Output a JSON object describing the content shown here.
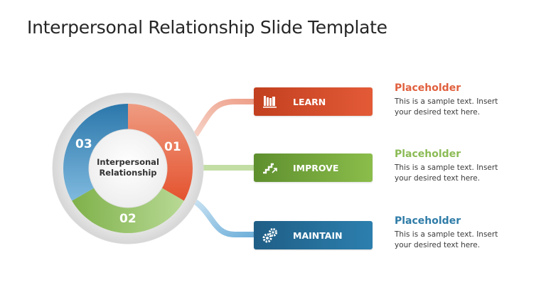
{
  "slide": {
    "title": "Interpersonal Relationship Slide Template"
  },
  "center": {
    "line1": "Interpersonal",
    "line2": "Relationship"
  },
  "segments": [
    {
      "number": "01",
      "color": "#e8603f"
    },
    {
      "number": "02",
      "color": "#8fc05a"
    },
    {
      "number": "03",
      "color": "#3a86bb"
    }
  ],
  "steps": [
    {
      "label": "LEARN",
      "icon": "books-icon",
      "color": "#d24a2a",
      "heading": "Placeholder",
      "heading_color": "#e0603e",
      "text": "This is a sample text. Insert your desired text here."
    },
    {
      "label": "IMPROVE",
      "icon": "stairs-up-icon",
      "color": "#74a53c",
      "heading": "Placeholder",
      "heading_color": "#8bbb55",
      "text": "This is a sample text. Insert your desired text here."
    },
    {
      "label": "MAINTAIN",
      "icon": "gears-icon",
      "color": "#246b97",
      "heading": "Placeholder",
      "heading_color": "#2f7ca8",
      "text": "This is a sample text. Insert your desired text here."
    }
  ]
}
